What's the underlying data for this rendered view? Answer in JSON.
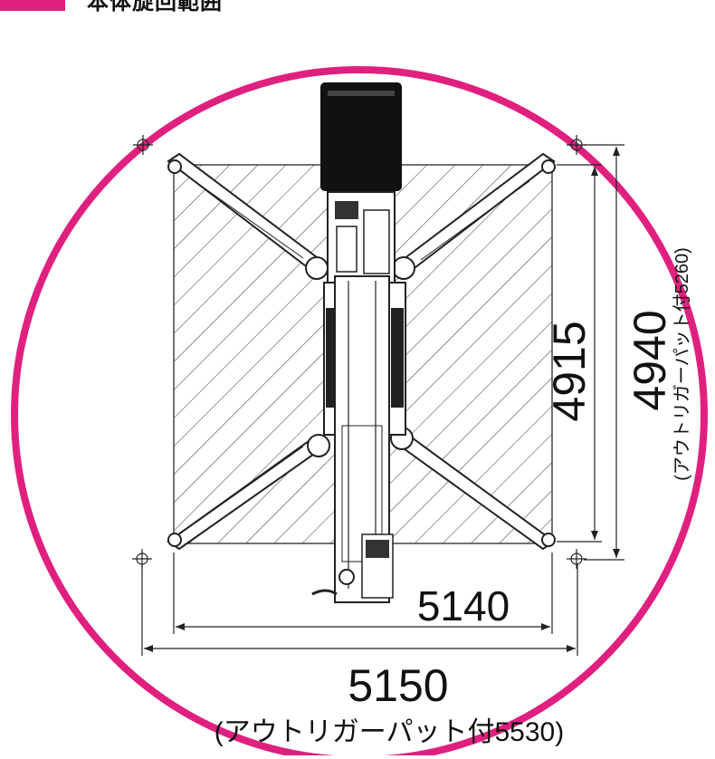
{
  "legend": {
    "label": "本体旋回範囲",
    "swatch_color": "#e0207f"
  },
  "colors": {
    "circle": "#e0207f",
    "line": "#222222",
    "machine_dark": "#111111"
  },
  "dimensions": {
    "width_pads": "5140",
    "width_outer": "5150",
    "width_outer_note": "(アウトリガーパット付5530)",
    "height_pads": "4915",
    "height_outer": "4940",
    "height_outer_note": "(アウトリガーパット付5260)"
  },
  "icons": {
    "pad_marker": "crosshair-circle-icon"
  }
}
